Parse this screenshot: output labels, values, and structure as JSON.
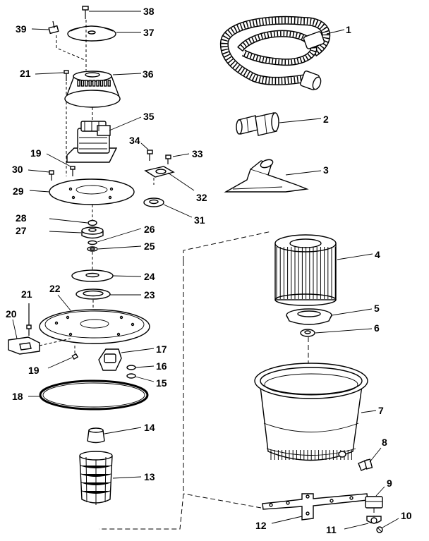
{
  "labels": {
    "l1": "1",
    "l2": "2",
    "l3": "3",
    "l4": "4",
    "l5": "5",
    "l6": "6",
    "l7": "7",
    "l8": "8",
    "l9": "9",
    "l10": "10",
    "l11": "11",
    "l12": "12",
    "l13": "13",
    "l14": "14",
    "l15": "15",
    "l16": "16",
    "l17": "17",
    "l18": "18",
    "l19a": "19",
    "l19b": "19",
    "l20": "20",
    "l21a": "21",
    "l21b": "21",
    "l22": "22",
    "l23": "23",
    "l24": "24",
    "l25": "25",
    "l26": "26",
    "l27": "27",
    "l28": "28",
    "l29": "29",
    "l30": "30",
    "l31": "31",
    "l32": "32",
    "l33": "33",
    "l34": "34",
    "l35": "35",
    "l36": "36",
    "l37": "37",
    "l38": "38",
    "l39": "39"
  }
}
